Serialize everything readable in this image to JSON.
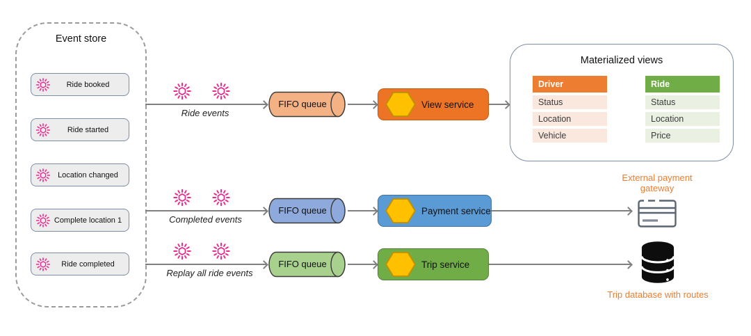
{
  "event_store": {
    "title": "Event store",
    "events": [
      {
        "label": "Ride booked"
      },
      {
        "label": "Ride started"
      },
      {
        "label": "Location changed"
      },
      {
        "label": "Complete location 1"
      },
      {
        "label": "Ride completed"
      }
    ]
  },
  "flows": [
    {
      "label": "Ride events",
      "queue": "FIFO queue",
      "service": "View service"
    },
    {
      "label": "Completed events",
      "queue": "FIFO queue",
      "service": "Payment service"
    },
    {
      "label": "Replay all ride events",
      "queue": "FIFO queue",
      "service": "Trip service"
    }
  ],
  "materialized_views": {
    "title": "Materialized views",
    "driver_table": {
      "header": "Driver",
      "rows": [
        "Status",
        "Location",
        "Vehicle"
      ]
    },
    "ride_table": {
      "header": "Ride",
      "rows": [
        "Status",
        "Location",
        "Price"
      ]
    }
  },
  "payment_gateway": {
    "label": "External payment gateway"
  },
  "trip_database": {
    "label": "Trip database with routes"
  },
  "icons": {
    "event": "sun-burst-icon",
    "service": "hexagon-icon",
    "payment_gateway": "credit-card-icon",
    "trip_database": "database-icon"
  },
  "colors": {
    "view_service": "#ED7425",
    "payment_service": "#5B9BD5",
    "trip_service": "#70AD47",
    "queue_ride_events": "#F4B183",
    "queue_completed_events": "#8EA9DB",
    "queue_replay_events": "#A9D18E",
    "hexagon": "#FFC000",
    "event_icon_pink": "#F0268C",
    "driver_header": "#ED7D31",
    "ride_header": "#70AD47",
    "accent_text": "#ED7D31",
    "arrow_gray": "#7F7F7F"
  }
}
